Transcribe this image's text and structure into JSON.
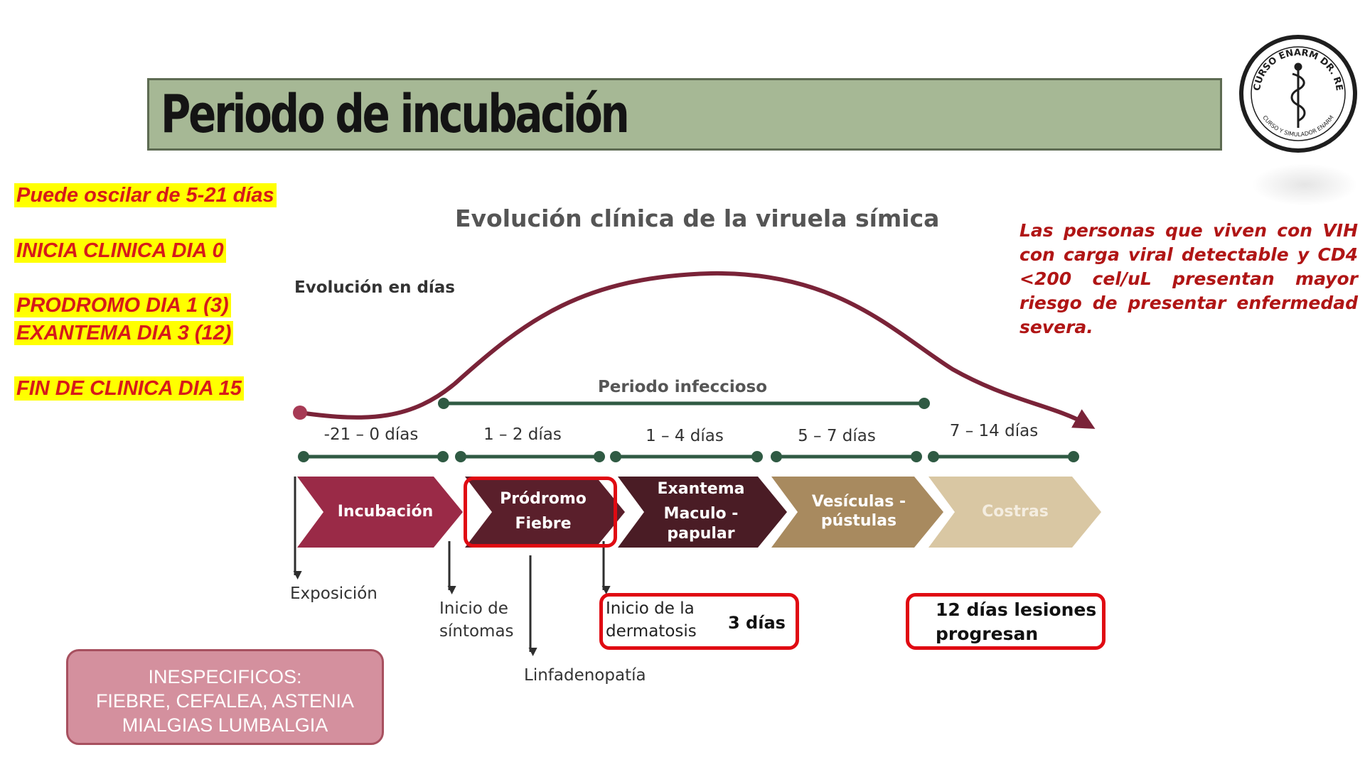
{
  "title": "Periodo de incubación",
  "logo": {
    "ring_text_top": "CURSO ENARM DR. RE",
    "ring_text_bottom": "CURSO Y SIMULADOR ENARM"
  },
  "left_notes": [
    "Puede oscilar de 5-21 días",
    "INICIA CLINICA DIA 0",
    "PRODROMO DIA 1 (3)",
    "EXANTEMA  DIA 3 (12)",
    "FIN DE CLINICA DIA 15"
  ],
  "hiv_note": "Las personas que viven con VIH con carga viral detectable y CD4 <200 cel/uL presentan mayor riesgo de presentar enfermedad severa.",
  "diagram": {
    "title": "Evolución clínica de la viruela símica",
    "days_label": "Evolución en días",
    "infectious_period": "Periodo infeccioso",
    "ranges": [
      "-21 – 0 días",
      "1 – 2 días",
      "1 – 4 días",
      "5 – 7 días",
      "7 – 14 días"
    ],
    "stages": [
      {
        "lines": [
          "Incubación"
        ]
      },
      {
        "lines": [
          "Pródromo",
          "Fiebre"
        ]
      },
      {
        "lines": [
          "Exantema",
          "Maculo -",
          "papular"
        ]
      },
      {
        "lines": [
          "Vesículas -",
          "pústulas"
        ]
      },
      {
        "lines": [
          "Costras"
        ]
      }
    ],
    "events": {
      "exposure": "Exposición",
      "symptom_onset": [
        "Inicio de",
        "síntomas"
      ],
      "lymphadenopathy": "Linfadenopatía",
      "dermatosis_onset": [
        "Inicio de la",
        "dermatosis"
      ]
    },
    "colors": {
      "incubation": "#9a2a47",
      "prodrome": "#5a1f2b",
      "exanthem": "#4a1c25",
      "vesicles": "#a88a5f",
      "crusts": "#d9c7a3",
      "curve": "#7a2338",
      "timeline": "#2f5a43"
    }
  },
  "annotations": {
    "dermatosis_days": "3 días",
    "lesions_progress": [
      "12 días lesiones",
      "progresan"
    ]
  },
  "nonspecific_box": [
    "INESPECIFICOS:",
    "FIEBRE, CEFALEA, ASTENIA",
    "MIALGIAS LUMBALGIA"
  ]
}
